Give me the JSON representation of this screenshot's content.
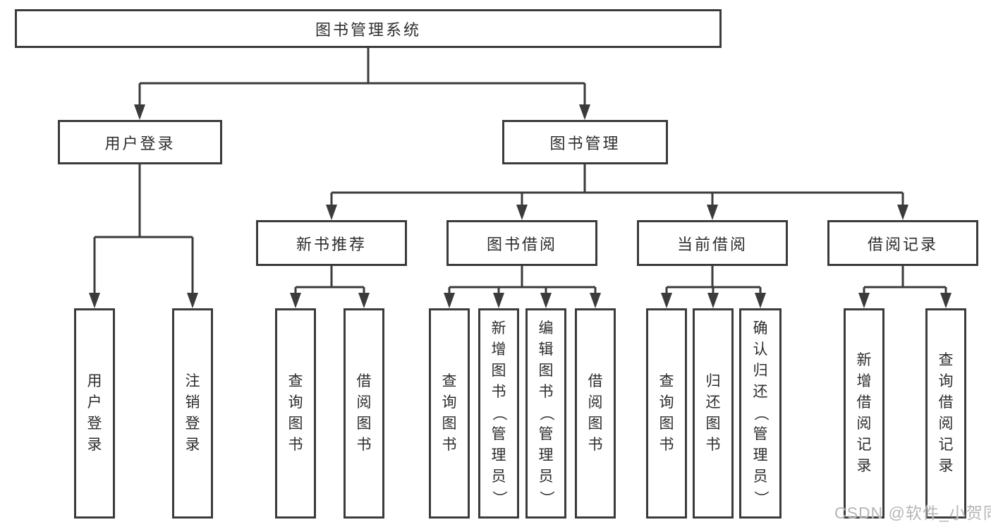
{
  "diagram": {
    "colors": {
      "line": "#3b3b3b",
      "text": "#2d2d2d",
      "watermark": "#b6b6b6",
      "background": "#ffffff"
    },
    "root": {
      "label": "图书管理系统"
    },
    "level2": [
      {
        "label": "用户登录"
      },
      {
        "label": "图书管理"
      }
    ],
    "level3": [
      {
        "label": "新书推荐"
      },
      {
        "label": "图书借阅"
      },
      {
        "label": "当前借阅"
      },
      {
        "label": "借阅记录"
      }
    ],
    "leaves": {
      "user_login": [
        {
          "label": "用户登录"
        },
        {
          "label": "注销登录"
        }
      ],
      "new_book": [
        {
          "label": "查询图书"
        },
        {
          "label": "借阅图书"
        }
      ],
      "borrow": [
        {
          "label": "查询图书"
        },
        {
          "label": "新增图书（管理员）"
        },
        {
          "label": "编辑图书（管理员）"
        },
        {
          "label": "借阅图书"
        }
      ],
      "current": [
        {
          "label": "查询图书"
        },
        {
          "label": "归还图书"
        },
        {
          "label": "确认归还（管理员）"
        }
      ],
      "records": [
        {
          "label": "新增借阅记录"
        },
        {
          "label": "查询借阅记录"
        }
      ]
    },
    "watermark": "CSDN @软件_小贺同学"
  }
}
